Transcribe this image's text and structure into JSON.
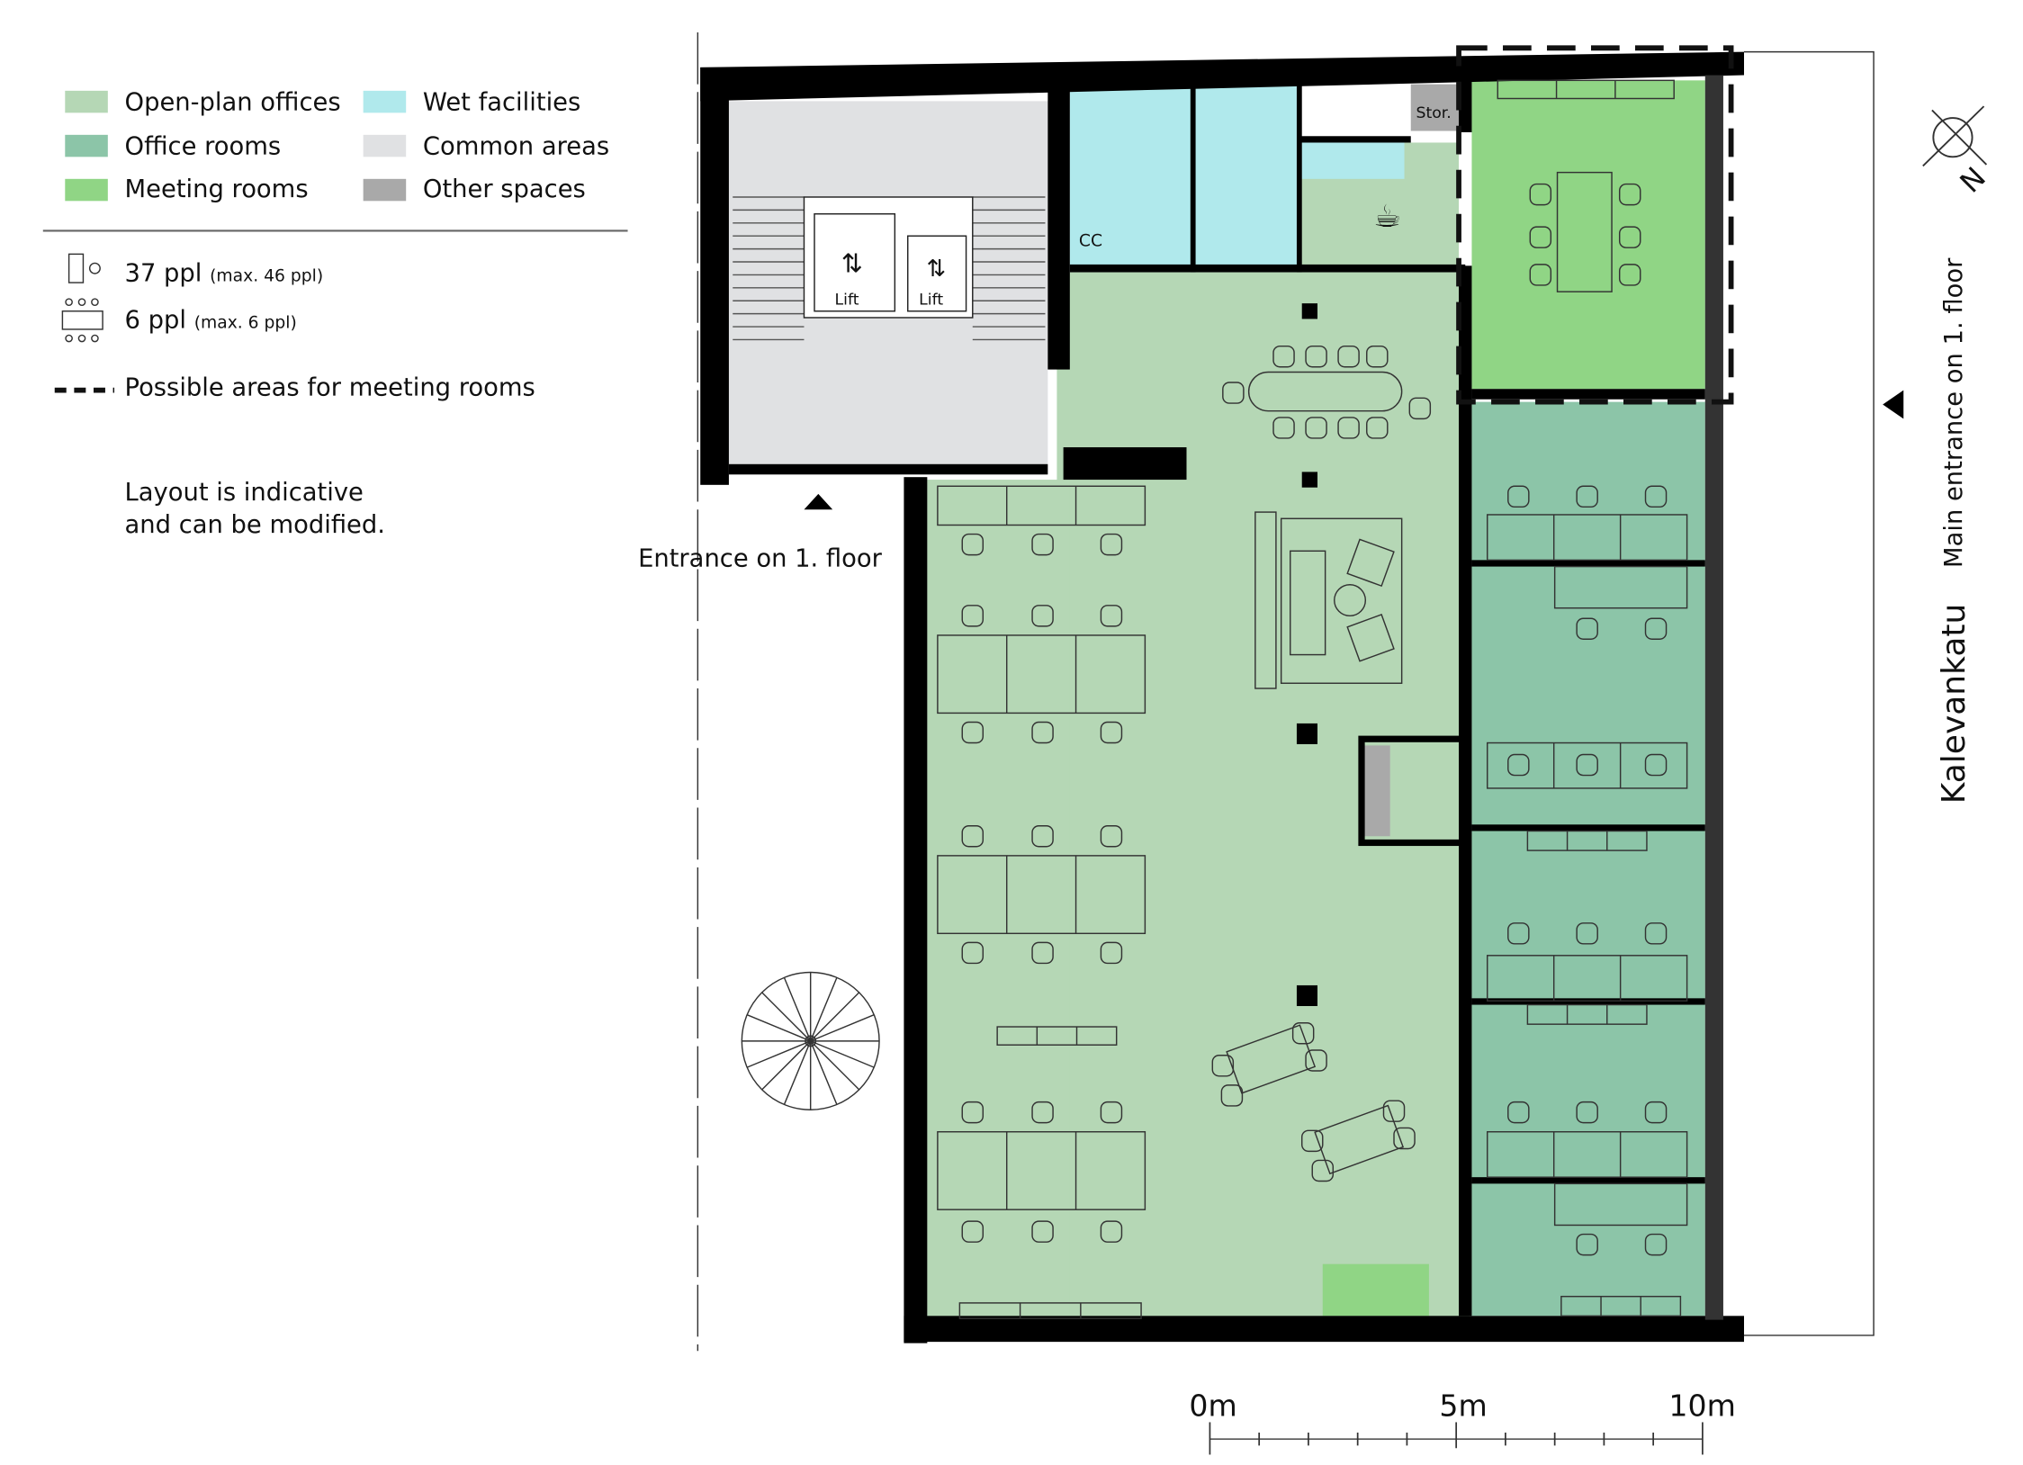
{
  "legend": {
    "items": [
      {
        "label": "Open-plan offices",
        "color": "#b5d7b5"
      },
      {
        "label": "Office rooms",
        "color": "#8cc5a8"
      },
      {
        "label": "Meeting rooms",
        "color": "#90d585"
      },
      {
        "label": "Wet facilities",
        "color": "#b0e9ec"
      },
      {
        "label": "Common areas",
        "color": "#e0e1e3"
      },
      {
        "label": "Other spaces",
        "color": "#a9a9a9"
      }
    ],
    "capacity": [
      {
        "count": "37 ppl",
        "max": "(max. 46 ppl)"
      },
      {
        "count": "6 ppl",
        "max": "(max. 6 ppl)"
      }
    ],
    "dashed_label": "Possible areas for meeting rooms",
    "note_line1": "Layout is indicative",
    "note_line2": "and can be modified."
  },
  "plan": {
    "entrance_label": "Entrance on 1. floor",
    "lift_label_1": "Lift",
    "lift_label_2": "Lift",
    "cc_label": "CC",
    "storage_label": "Stor.",
    "street_label": "Kalevankatu",
    "main_entrance_label": "Main entrance on 1. floor",
    "north_label": "N"
  },
  "scale_bar": {
    "labels": [
      "0m",
      "5m",
      "10m"
    ]
  }
}
